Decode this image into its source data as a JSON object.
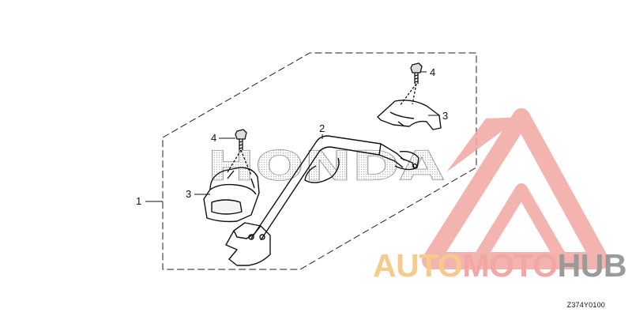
{
  "diagram": {
    "callouts": [
      {
        "id": "frame",
        "label": "1"
      },
      {
        "id": "step_bar",
        "label": "2"
      },
      {
        "id": "holder_top",
        "label": "3"
      },
      {
        "id": "holder_left",
        "label": "3"
      },
      {
        "id": "bolt_top",
        "label": "4"
      },
      {
        "id": "bolt_left",
        "label": "4"
      }
    ],
    "background_brand": "HONDA",
    "diagram_code": "Z374Y0100"
  },
  "watermark": {
    "part1": "AUTO",
    "part2": "MOTO",
    "part3": "HUB",
    "colors": {
      "part1": "#f6c98d",
      "part2": "#f2a7a3",
      "part3": "#9a9a9a",
      "triangle": "#f2a7a3"
    }
  }
}
